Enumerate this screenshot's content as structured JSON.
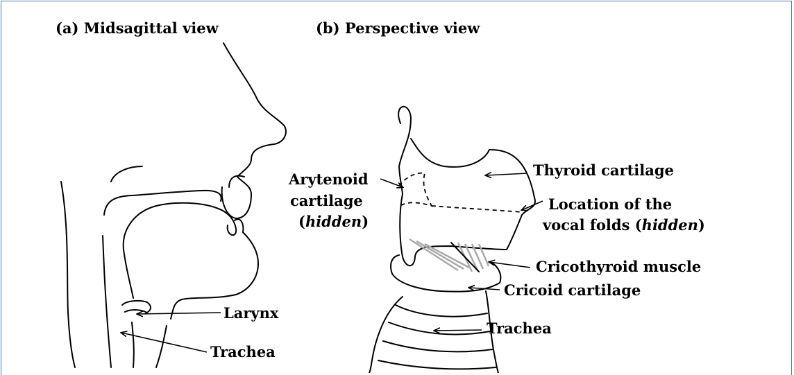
{
  "panels": {
    "a_title": "(a) Midsagittal view",
    "b_title": "(b) Perspective view"
  },
  "labels": {
    "larynx": "Larynx",
    "trachea_a": "Trachea",
    "arytenoid_1": "Arytenoid",
    "arytenoid_2": "cartilage",
    "arytenoid_3_open": "(",
    "arytenoid_3_hidden": "hidden",
    "arytenoid_3_close": ")",
    "thyroid": "Thyroid cartilage",
    "location_1": "Location of the",
    "location_2": "vocal folds (",
    "location_2_hidden": "hidden",
    "location_2_close": ")",
    "cricothyroid": "Cricothyroid muscle",
    "cricoid": "Cricoid cartilage",
    "trachea_b": "Trachea"
  },
  "colors": {
    "frame": "#4a7ab5",
    "muscle": "#a9a9a9",
    "ink": "#000000"
  }
}
